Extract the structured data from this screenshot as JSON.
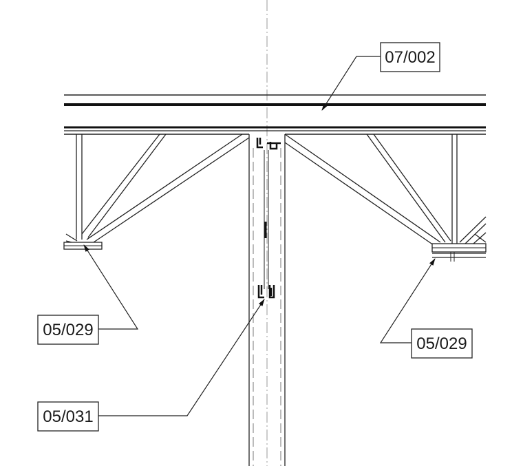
{
  "callouts": [
    {
      "id": "roof-deck",
      "label": "07/002"
    },
    {
      "id": "joist-seat-left",
      "label": "05/029"
    },
    {
      "id": "joist-seat-right",
      "label": "05/029"
    },
    {
      "id": "wall-connection",
      "label": "05/031"
    }
  ],
  "colors": {
    "line": "#222222",
    "centerline": "#999999",
    "background": "#ffffff"
  }
}
